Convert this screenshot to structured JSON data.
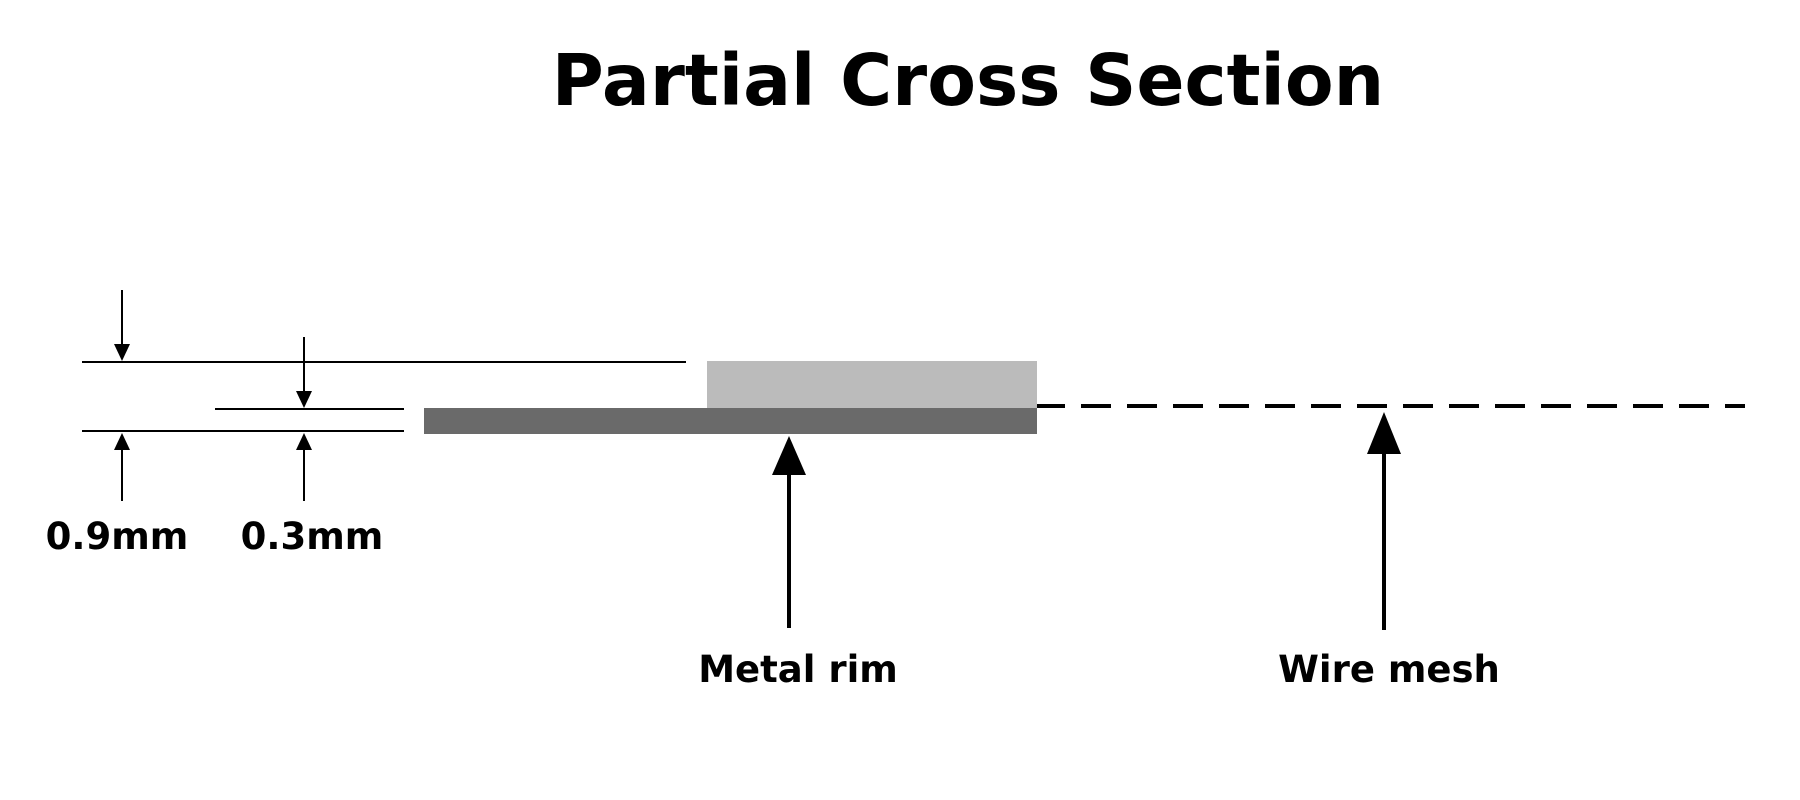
{
  "title": "Partial Cross Section",
  "dimensions": [
    {
      "label": "0.9mm"
    },
    {
      "label": "0.3mm"
    }
  ],
  "callouts": [
    {
      "label": "Metal rim"
    },
    {
      "label": "Wire mesh"
    }
  ],
  "colors": {
    "background": "#ffffff",
    "metal_rim_upper": "#bbbbbb",
    "metal_rim_lower": "#6a6a6a",
    "wire_mesh_line": "#000000",
    "text": "#000000"
  }
}
